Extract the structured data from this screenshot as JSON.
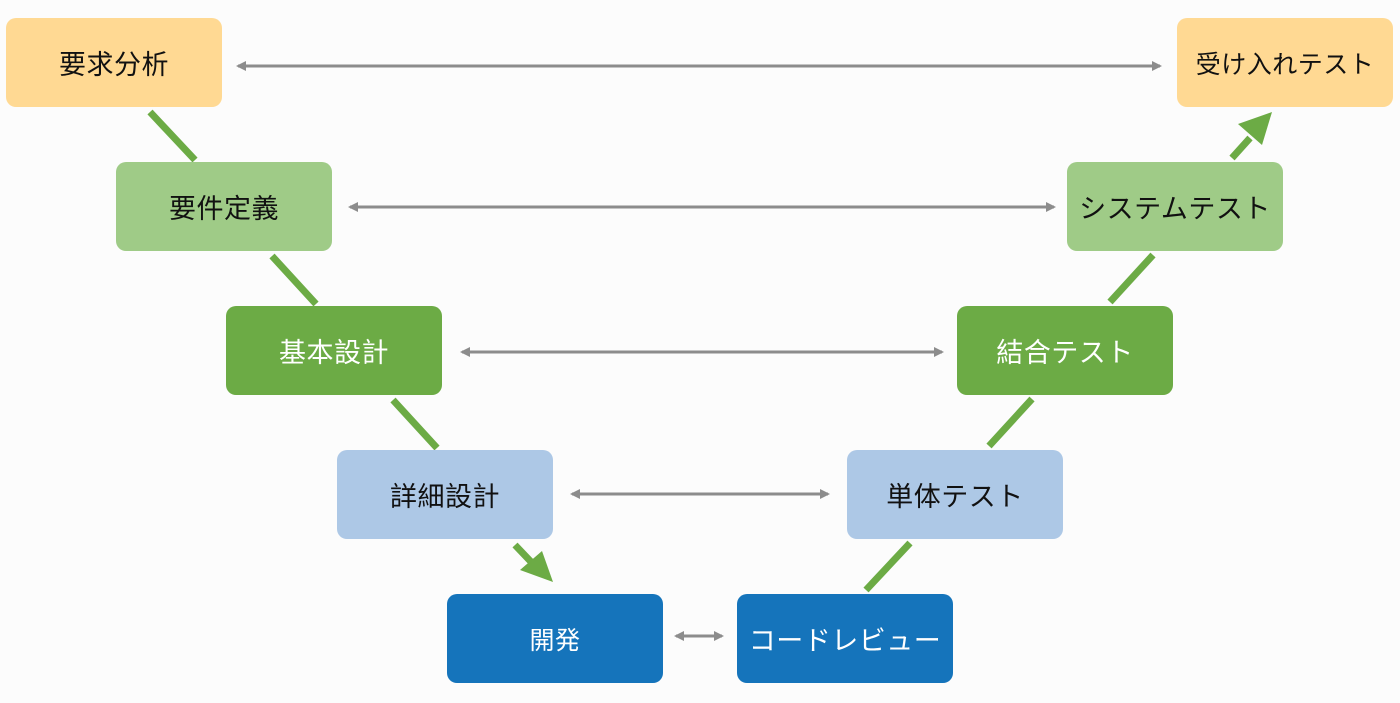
{
  "left": {
    "requirements_analysis": "要求分析",
    "requirements_definition": "要件定義",
    "basic_design": "基本設計",
    "detailed_design": "詳細設計",
    "development": "開発"
  },
  "right": {
    "acceptance_test": "受け入れテスト",
    "system_test": "システムテスト",
    "integration_test": "結合テスト",
    "unit_test": "単体テスト",
    "code_review": "コードレビュー"
  },
  "colors": {
    "level1": "#ffd993",
    "level2": "#9fcb87",
    "level3": "#6cab45",
    "level4": "#adc8e6",
    "level5": "#1574bb",
    "flow_line": "#6cab45",
    "pair_arrow": "#8c8c8c"
  }
}
